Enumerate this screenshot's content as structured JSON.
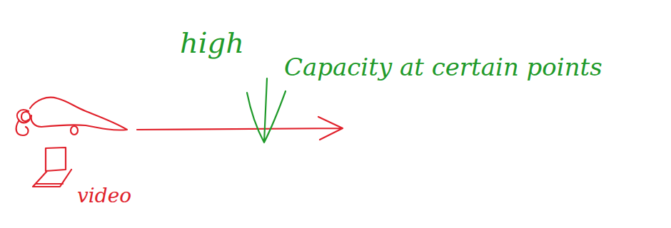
{
  "diagram": {
    "labels": [
      "high",
      "Capacity at certain points",
      "video"
    ]
  }
}
